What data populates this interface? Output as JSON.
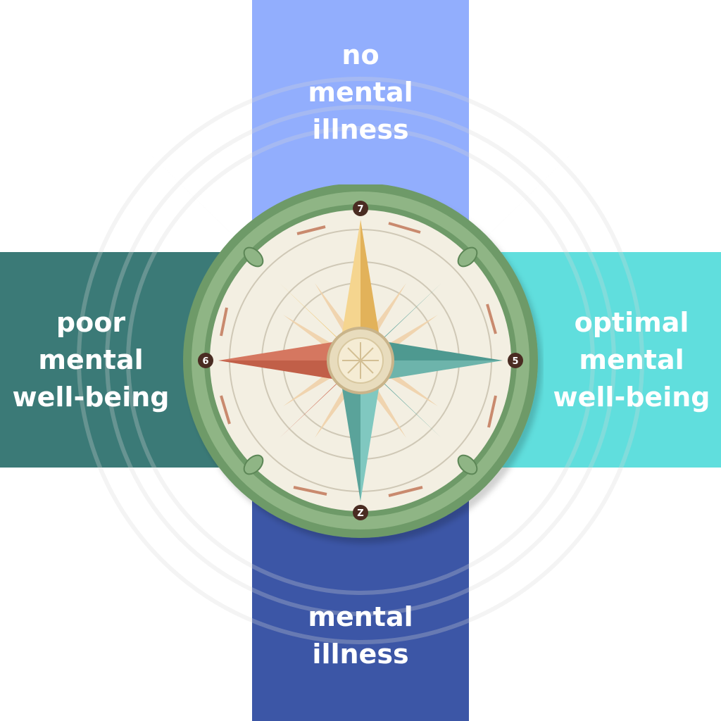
{
  "quadrants": {
    "top": {
      "lines": [
        "no",
        "mental",
        "illness"
      ],
      "color": "#92aefd"
    },
    "bottom": {
      "lines": [
        "mental",
        "illness"
      ],
      "color": "#3c56a6"
    },
    "left": {
      "lines": [
        "poor",
        "mental",
        "well-being"
      ],
      "color": "#3b7a77"
    },
    "right": {
      "lines": [
        "optimal",
        "mental",
        "well-being"
      ],
      "color": "#60dedd"
    }
  },
  "compass": {
    "markers": {
      "north": "7",
      "south": "Z",
      "west": "6",
      "east": "5"
    },
    "colors": {
      "rim": "#8fb585",
      "face": "#f3efe2",
      "north_point": "#efc877",
      "south_point": "#56a69b",
      "west_point": "#cc6a52",
      "east_point": "#5aa39a"
    }
  }
}
